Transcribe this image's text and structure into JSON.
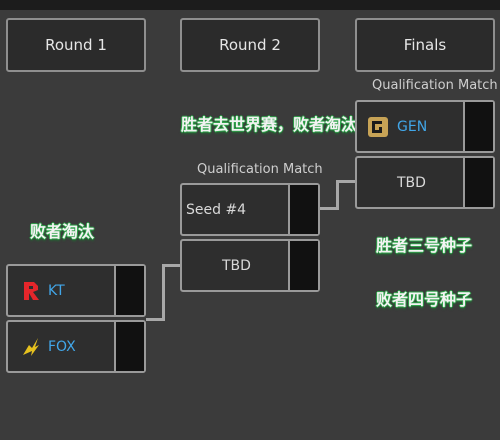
{
  "rounds": [
    "Round 1",
    "Round 2",
    "Finals"
  ],
  "round2": {
    "caption_zh": "胜者去世界赛，败者淘汰",
    "label": "Qualification Match",
    "slots": [
      "Seed #4",
      "TBD"
    ]
  },
  "round1": {
    "caption_zh": "败者淘汰",
    "teams": [
      {
        "name": "KT",
        "logo": "kt-logo-icon"
      },
      {
        "name": "FOX",
        "logo": "fox-logo-icon"
      }
    ]
  },
  "finals": {
    "label": "Qualification Match",
    "teams": [
      {
        "name": "GEN",
        "logo": "gen-logo-icon"
      },
      {
        "name": "TBD"
      }
    ],
    "note_winner_zh": "胜者三号种子",
    "note_loser_zh": "败者四号种子"
  },
  "colors": {
    "background": "#3b3b3b",
    "team_name": "#41a6e8",
    "caption_outline": "#2fa34a",
    "score_cell": "#111111"
  }
}
